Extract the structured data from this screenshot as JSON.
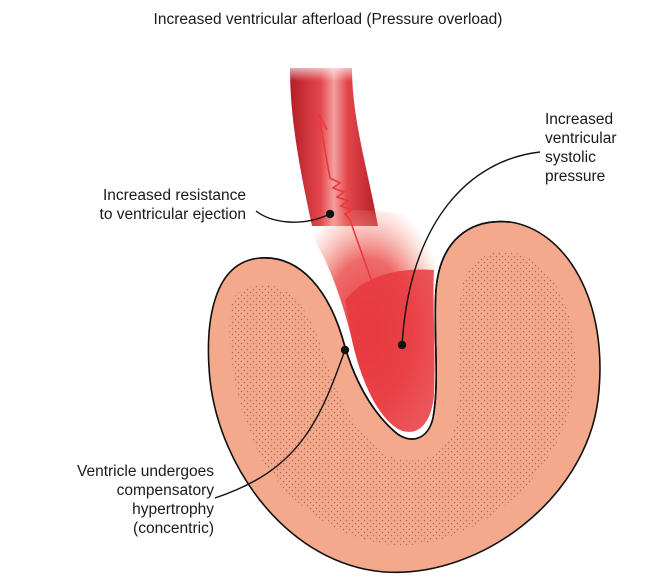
{
  "title": "Increased ventricular afterload (Pressure overload)",
  "labels": {
    "resistance": [
      "Increased resistance",
      "to ventricular ejection"
    ],
    "systolic": [
      "Increased",
      "ventricular",
      "systolic",
      "pressure"
    ],
    "ventricle": [
      "Ventricle undergoes",
      "compensatory",
      "hypertrophy",
      "(concentric)"
    ]
  },
  "colors": {
    "myocardium": "#f4a98c",
    "blood": "#e8393f",
    "vessel_dark": "#b7242c",
    "outline": "#111111"
  }
}
